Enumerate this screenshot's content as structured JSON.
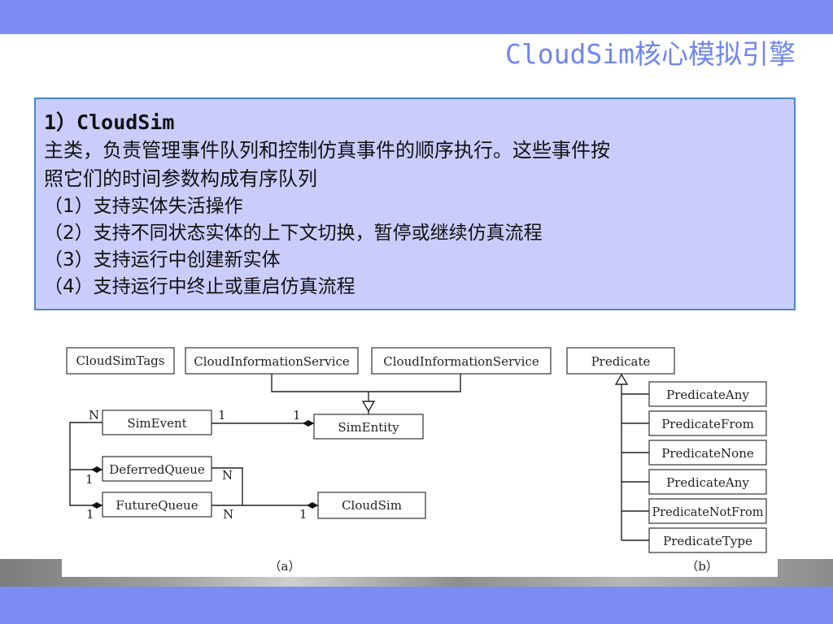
{
  "slide": {
    "title": "CloudSim核心模拟引擎"
  },
  "content": {
    "heading": "1）CloudSim",
    "description_line1": "主类，负责管理事件队列和控制仿真事件的顺序执行。这些事件按",
    "description_line2": "照它们的时间参数构成有序队列",
    "items": [
      "（1）支持实体失活操作",
      "（2）支持不同状态实体的上下文切换，暂停或继续仿真流程",
      "（3）支持运行中创建新实体",
      "（4）支持运行中终止或重启仿真流程"
    ]
  },
  "diagram_a": {
    "caption": "（a）",
    "boxes": {
      "cloudsimtags": "CloudSimTags",
      "cis1": "CloudInformationService",
      "cis2": "CloudInformationService",
      "simevent": "SimEvent",
      "simentity": "SimEntity",
      "deferredqueue": "DeferredQueue",
      "futurequeue": "FutureQueue",
      "cloudsim": "CloudSim"
    },
    "multiplicities": {
      "simevent_left": "N",
      "simevent_right": "1",
      "simentity_left": "1",
      "deferred_left": "1",
      "deferred_right": "N",
      "future_left": "1",
      "future_right": "N",
      "cloudsim_left": "1"
    }
  },
  "diagram_b": {
    "caption": "（b）",
    "parent": "Predicate",
    "children": [
      "PredicateAny",
      "PredicateFrom",
      "PredicateNone",
      "PredicateAny",
      "PredicateNotFrom",
      "PredicateType"
    ]
  }
}
